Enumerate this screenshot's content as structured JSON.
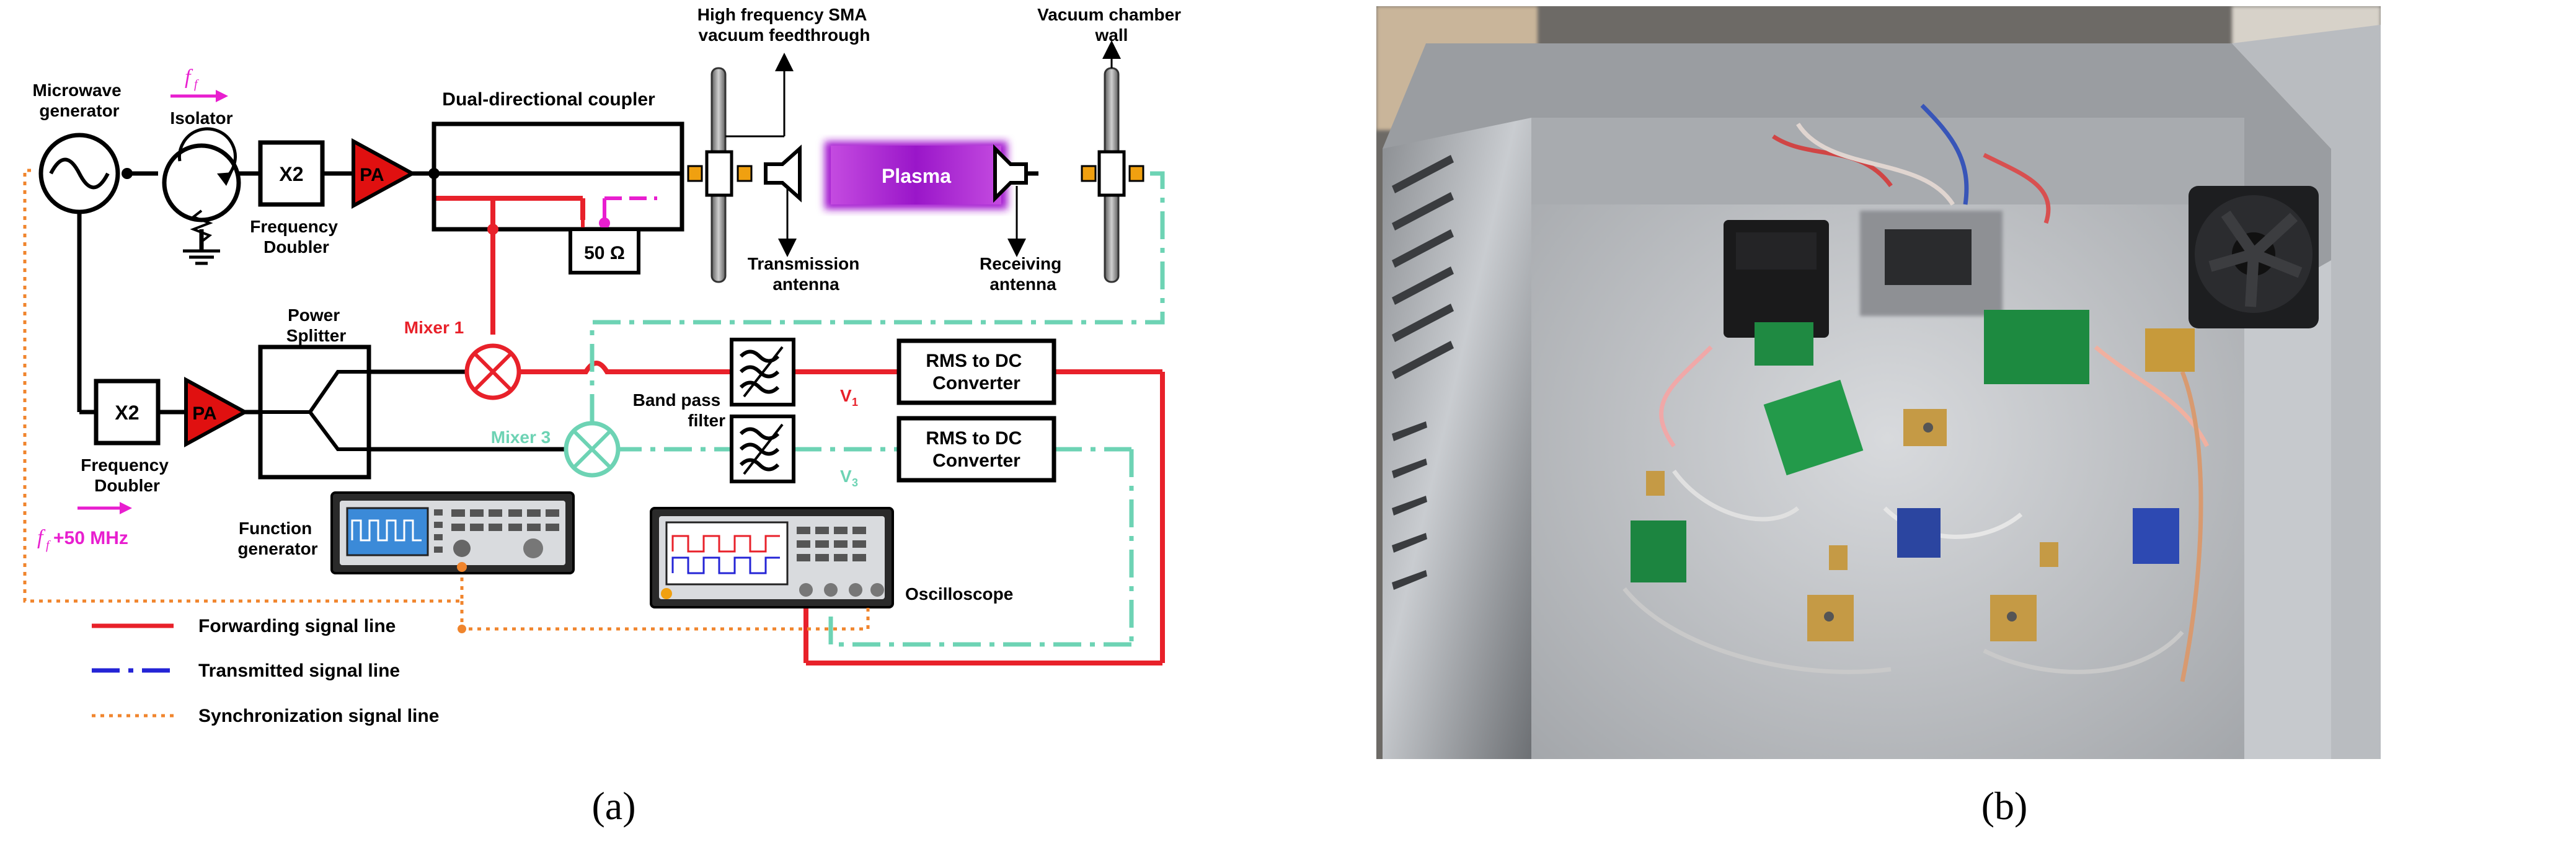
{
  "panel_a": {
    "caption": "(a)",
    "labels": {
      "microwave_generator": [
        "Microwave",
        "generator"
      ],
      "ff_top": "f",
      "ff_sub": "f",
      "isolator": "Isolator",
      "x2": "X2",
      "pa": "PA",
      "freq_doubler": [
        "Frequency",
        "Doubler"
      ],
      "dual_coupler": "Dual-directional coupler",
      "ohm50": "50 Ω",
      "sma_feedthrough": [
        "High frequency SMA",
        "vacuum feedthrough"
      ],
      "plasma": "Plasma",
      "vacuum_wall": [
        "Vacuum chamber",
        "wall"
      ],
      "transmission_antenna": [
        "Transmission",
        "antenna"
      ],
      "receiving_antenna": [
        "Receiving",
        "antenna"
      ],
      "power_splitter": [
        "Power",
        "Splitter"
      ],
      "mixer1": "Mixer 1",
      "mixer3": "Mixer 3",
      "band_pass_filter": [
        "Band pass",
        "filter"
      ],
      "v1": "V",
      "v1_sub": "1",
      "v3": "V",
      "v3_sub": "3",
      "rms_dc": [
        "RMS to DC",
        "Converter"
      ],
      "ff50": "+50 MHz",
      "function_generator": [
        "Function",
        "generator"
      ],
      "oscilloscope": "Oscilloscope"
    },
    "legend": [
      {
        "label": "Forwarding signal line",
        "style": "solid",
        "color": "#e8212a"
      },
      {
        "label": "Transmitted signal line",
        "style": "dashdot",
        "color": "#2424d6"
      },
      {
        "label": "Synchronization signal line",
        "style": "dotted",
        "color": "#f0852d"
      }
    ],
    "colors": {
      "forward": "#e8212a",
      "transmit_line": "#6dd3b4",
      "sync": "#f0852d",
      "magenta": "#e81ecf",
      "plasma": "#a51fd0",
      "pa": "#e01010"
    }
  },
  "panel_b": {
    "caption": "(b)",
    "photo_description_icon": "electronics-enclosure-photo"
  }
}
